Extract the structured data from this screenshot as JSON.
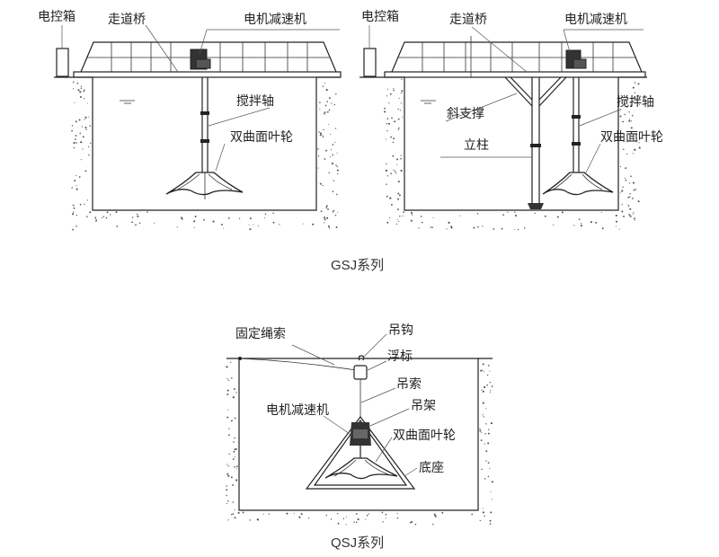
{
  "gsj_left": {
    "control_box": "电控箱",
    "walkway_bridge": "走道桥",
    "motor_reducer": "电机减速机",
    "mixer_shaft": "搅拌轴",
    "impeller": "双曲面叶轮"
  },
  "gsj_right": {
    "control_box": "电控箱",
    "walkway_bridge": "走道桥",
    "motor_reducer": "电机减速机",
    "diagonal_brace": "斜支撑",
    "mixer_shaft": "搅拌轴",
    "column": "立柱",
    "impeller": "双曲面叶轮"
  },
  "gsj_caption": "GSJ系列",
  "qsj": {
    "fixed_rope": "固定绳索",
    "hook": "吊钩",
    "float": "浮标",
    "hanging_rope": "吊索",
    "motor_reducer": "电机减速机",
    "hanger": "吊架",
    "impeller": "双曲面叶轮",
    "base": "底座"
  },
  "qsj_caption": "QSJ系列"
}
